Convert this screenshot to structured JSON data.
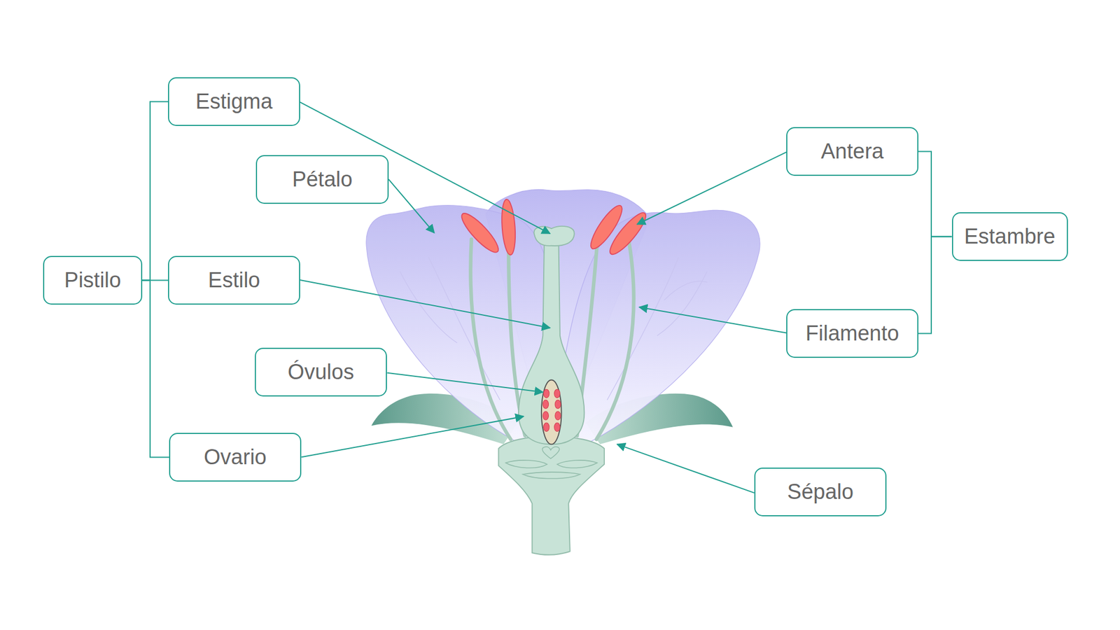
{
  "diagram": {
    "nodes": [
      {
        "text": [
          "Estigma"
        ]
      },
      {
        "text": [
          "Antera"
        ]
      },
      {
        "text": [
          "Pétalo"
        ]
      },
      {
        "text": [
          "Estambre"
        ]
      },
      {
        "text": [
          "Pistilo"
        ]
      },
      {
        "text": [
          "Estilo"
        ]
      },
      {
        "text": [
          "Filamento"
        ]
      },
      {
        "text": [
          "Óvulos"
        ]
      },
      {
        "text": [
          "Ovario"
        ]
      },
      {
        "text": [
          "Sépalo"
        ]
      }
    ],
    "edges": [
      {
        "from": 4,
        "to": 0,
        "arrow": "none"
      },
      {
        "from": 4,
        "to": 5,
        "arrow": "none"
      },
      {
        "from": 4,
        "to": 8,
        "arrow": "none"
      },
      {
        "from": 3,
        "to": 1,
        "arrow": "none"
      },
      {
        "from": 3,
        "to": 6,
        "arrow": "none"
      }
    ]
  }
}
